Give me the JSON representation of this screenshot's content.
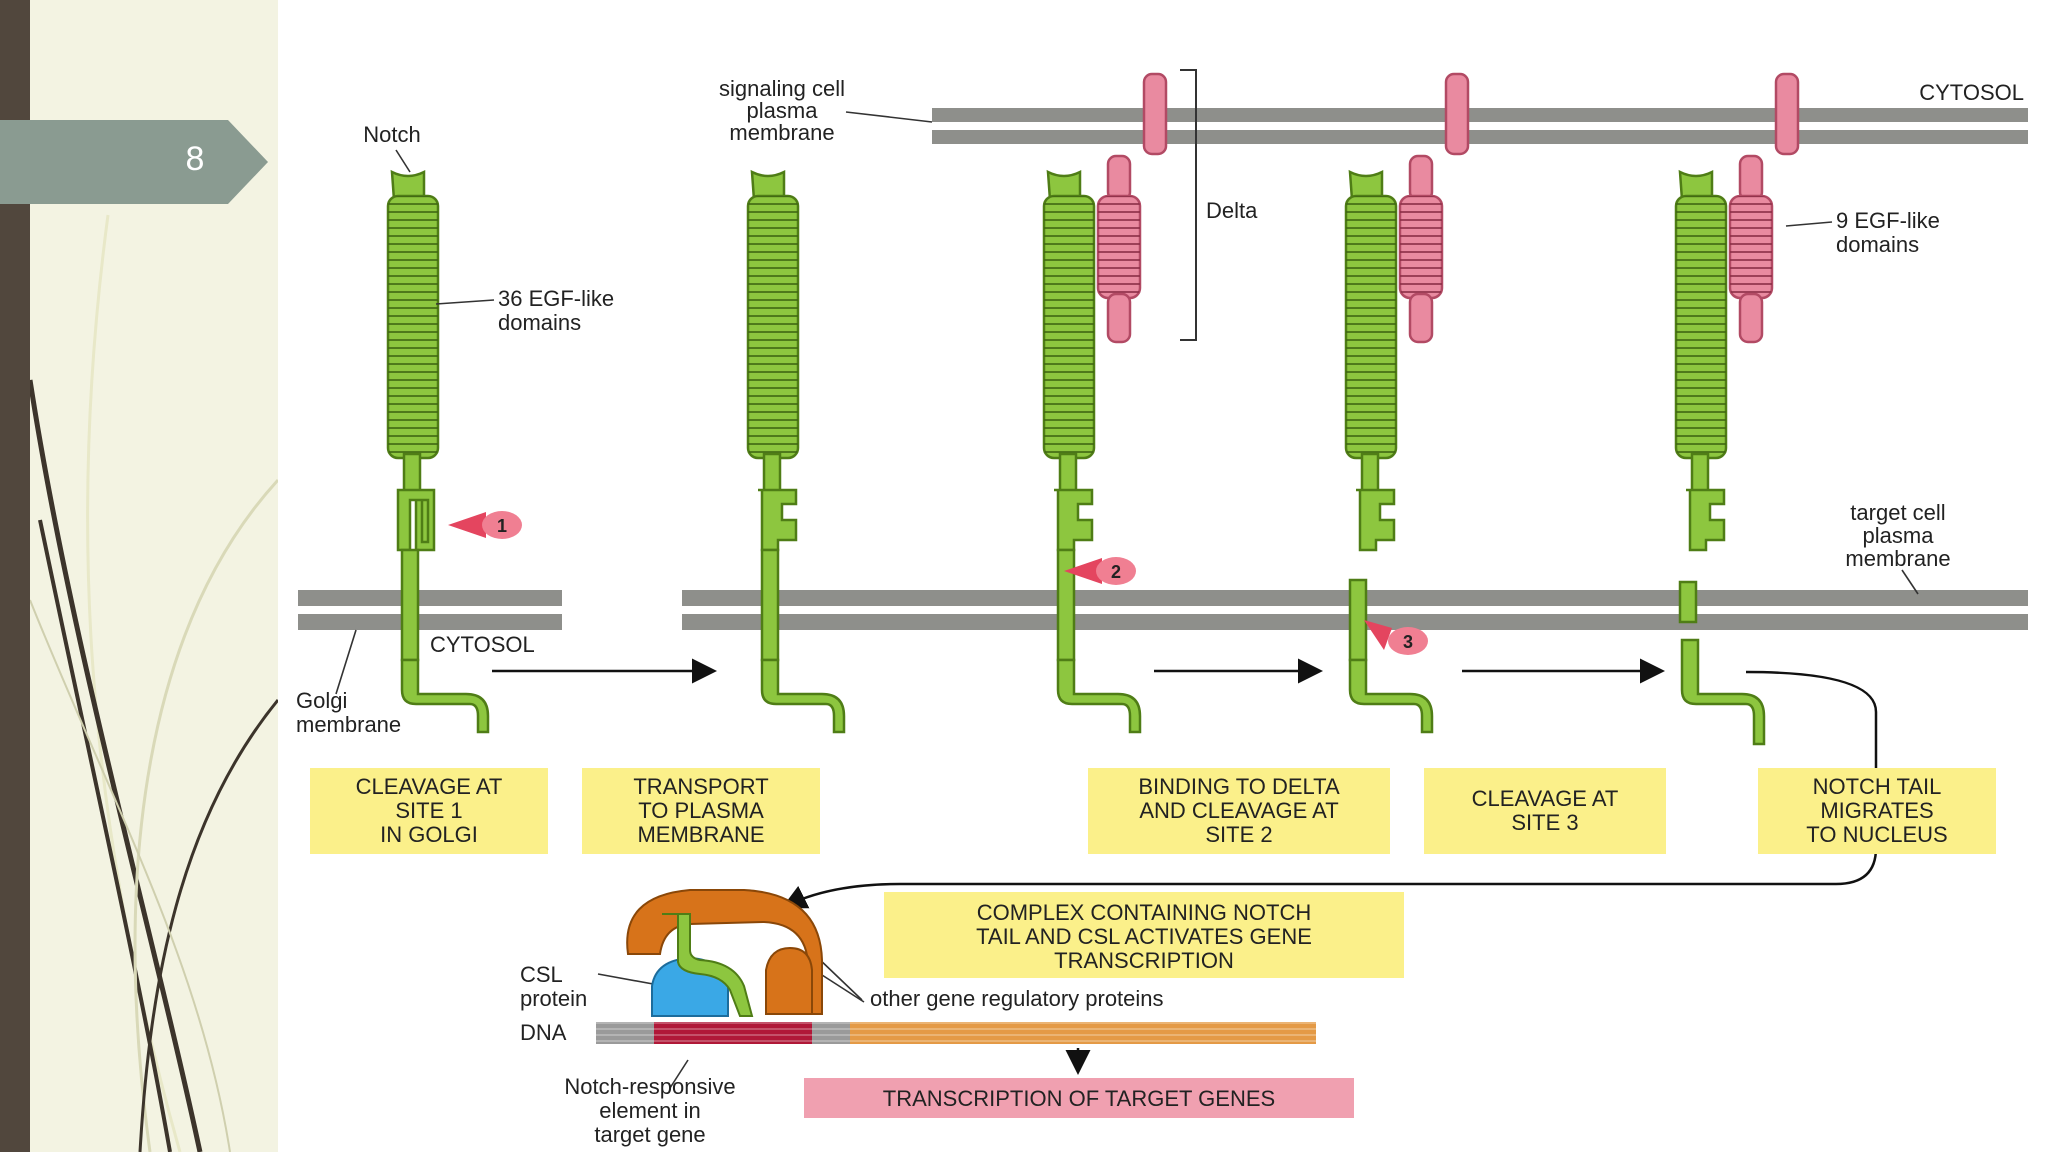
{
  "slide": {
    "number": "8"
  },
  "labels": {
    "notch": "Notch",
    "egf36": [
      "36 EGF-like",
      "domains"
    ],
    "signaling_membrane": [
      "signaling cell",
      "plasma",
      "membrane"
    ],
    "cytosol_top": "CYTOSOL",
    "delta": "Delta",
    "egf9": [
      "9 EGF-like",
      "domains"
    ],
    "target_membrane": [
      "target cell",
      "plasma",
      "membrane"
    ],
    "cytosol_golgi": "CYTOSOL",
    "golgi_membrane": [
      "Golgi",
      "membrane"
    ],
    "csl": [
      "CSL",
      "protein"
    ],
    "dna": "DNA",
    "other_proteins": "other gene regulatory proteins",
    "notch_element": [
      "Notch-responsive",
      "element in",
      "target gene"
    ]
  },
  "sites": [
    "1",
    "2",
    "3"
  ],
  "steps": [
    {
      "lines": [
        "CLEAVAGE AT",
        "SITE 1",
        "IN GOLGI"
      ]
    },
    {
      "lines": [
        "TRANSPORT",
        "TO PLASMA",
        "MEMBRANE"
      ]
    },
    {
      "lines": [
        "BINDING TO DELTA",
        "AND CLEAVAGE AT",
        "SITE 2"
      ]
    },
    {
      "lines": [
        "CLEAVAGE AT",
        "SITE 3"
      ]
    },
    {
      "lines": [
        "NOTCH TAIL",
        "MIGRATES",
        "TO NUCLEUS"
      ]
    }
  ],
  "complex_box": [
    "COMPLEX CONTAINING NOTCH",
    "TAIL AND CSL ACTIVATES GENE",
    "TRANSCRIPTION"
  ],
  "transcription_box": "TRANSCRIPTION OF TARGET GENES",
  "colors": {
    "notch_green": "#8dc63f",
    "notch_outline": "#4f7d16",
    "delta_pink": "#e98aa0",
    "delta_outline": "#b24a64",
    "membrane_gray": "#8e8f8b",
    "label_yellow": "#fbf08a",
    "transcription_pink": "#f0a0b0",
    "site_marker": "#e4455f",
    "csl_blue": "#3aa8e6",
    "regulator_orange": "#d7731a",
    "dna_red": "#b01838",
    "dna_orange": "#e49a46",
    "slide_tab": "#8a9b91",
    "dark_bar": "#51473d"
  }
}
